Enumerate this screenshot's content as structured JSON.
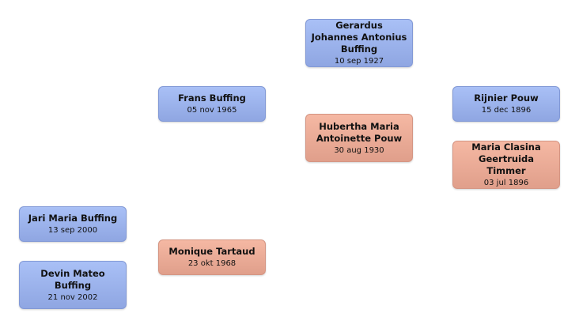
{
  "colors": {
    "male_box": "#9bb2ee",
    "female_box": "#eeac96",
    "background": "#ffffff"
  },
  "people": {
    "gerardus": {
      "name": "Gerardus Johannes Antonius Buffing",
      "date": "10 sep 1927"
    },
    "hubertha": {
      "name": "Hubertha Maria Antoinette Pouw",
      "date": "30 aug 1930"
    },
    "rijnier": {
      "name": "Rijnier Pouw",
      "date": "15 dec 1896"
    },
    "maria": {
      "name": "Maria Clasina Geertruida Timmer",
      "date": "03 jul 1896"
    },
    "frans": {
      "name": "Frans Buffing",
      "date": "05 nov 1965"
    },
    "monique": {
      "name": "Monique Tartaud",
      "date": "23 okt 1968"
    },
    "jari": {
      "name": "Jari Maria Buffing",
      "date": "13 sep 2000"
    },
    "devin": {
      "name": "Devin Mateo Buffing",
      "date": "21 nov 2002"
    }
  }
}
